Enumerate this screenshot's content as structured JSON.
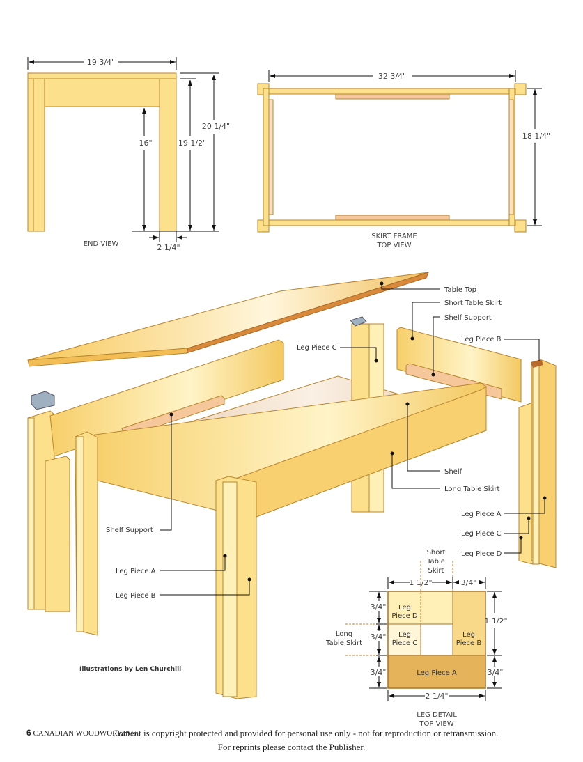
{
  "end_view": {
    "caption": "END VIEW",
    "dims": {
      "width": "19 3/4\"",
      "skirt_clearance": "16\"",
      "leg_height": "19 1/2\"",
      "total_height": "20 1/4\"",
      "leg_width": "2 1/4\""
    }
  },
  "skirt_frame": {
    "caption_line1": "SKIRT FRAME",
    "caption_line2": "TOP VIEW",
    "dims": {
      "length": "32 3/4\"",
      "width": "18 1/4\""
    }
  },
  "exploded": {
    "labels": {
      "table_top": "Table Top",
      "short_table_skirt": "Short Table Skirt",
      "shelf_support_right": "Shelf Support",
      "leg_piece_b_right": "Leg Piece B",
      "leg_piece_c_back": "Leg Piece C",
      "shelf": "Shelf",
      "long_table_skirt": "Long Table Skirt",
      "leg_piece_a_right": "Leg Piece A",
      "leg_piece_c_right": "Leg Piece C",
      "leg_piece_d_right": "Leg Piece D",
      "shelf_support_left": "Shelf Support",
      "leg_piece_a_front": "Leg Piece A",
      "leg_piece_b_front": "Leg Piece B"
    },
    "credit": "Illustrations by Len Churchill"
  },
  "leg_detail": {
    "caption_line1": "LEG DETAIL",
    "caption_line2": "TOP VIEW",
    "short_skirt": [
      "Short",
      "Table",
      "Skirt"
    ],
    "long_skirt": [
      "Long",
      "Table Skirt"
    ],
    "pieces": {
      "d": [
        "Leg",
        "Piece D"
      ],
      "c": [
        "Leg",
        "Piece C"
      ],
      "b": [
        "Leg",
        "Piece B"
      ],
      "a": "Leg Piece A"
    },
    "dims": {
      "top_left": "1 1/2\"",
      "top_right": "3/4\"",
      "left_1": "3/4\"",
      "left_2": "3/4\"",
      "left_3": "3/4\"",
      "right_upper": "1 1/2\"",
      "right_lower": "3/4\"",
      "bottom": "2 1/4\""
    }
  },
  "footer": {
    "page_number": "6",
    "magazine": "CANADIAN WOODWORKING",
    "copyright_line1": "Content is copyright protected and provided for personal use only  - not for reproduction or retransmission.",
    "copyright_line2": "For reprints please contact the Publisher."
  },
  "colors": {
    "wood": "#fde08c",
    "wood_edge": "#f8d070",
    "outline": "#b8862e",
    "top_edge": "#d9893a",
    "shelf_support": "#f6c79a",
    "dash": "#d07a2a"
  }
}
